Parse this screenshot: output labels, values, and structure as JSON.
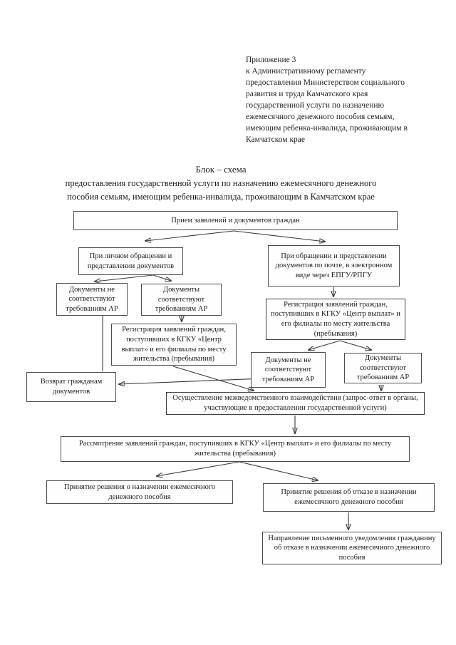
{
  "annex": {
    "lines": [
      "Приложение 3",
      "к Административному регламенту",
      "предоставления Министерством социального",
      "развития и труда Камчатского края",
      "государственной услуги по назначению",
      "ежемесячного денежного пособия семьям,",
      "имеющим ребенка-инвалида, проживающим в",
      "Камчатском крае"
    ]
  },
  "title": {
    "heading": "Блок – схема",
    "subtitle_lines": [
      "предоставления государственной услуги по назначению ежемесячного денежного",
      "пособия семьям, имеющим ребенка-инвалида, проживающим в Камчатском крае"
    ]
  },
  "nodes": {
    "reception": "Прием заявлений и документов граждан",
    "in_person": "При личном обращении и представлении документов",
    "remote": "При обращении и представлении документов по почте, в электронном виде через ЕПГУ/РПГУ",
    "docs_fail_left": "Документы не соответствуют требованиям АР",
    "docs_ok_left": "Документы соответствуют требованиям АР",
    "registration_left": "Регистрация заявлений граждан, поступивших в КГКУ «Центр выплат» и его филиалы по месту жительства (пребывания)",
    "registration_right": "Регистрация заявлений граждан, поступивших в КГКУ «Центр выплат» и его филиалы по месту жительства (пребывания)",
    "docs_fail_right": "Документы не соответствуют требованиям АР",
    "docs_ok_right": "Документы соответствуют требованиям АР",
    "return_docs": "Возврат гражданам документов",
    "interagency": "Осуществление межведомственного взаимодействия (запрос-ответ в органы, участвующие в предоставлении государственной услуги)",
    "review": "Рассмотрение заявлений граждан, поступивших в КГКУ «Центр выплат» и его филиалы по месту жительства (пребывания)",
    "decision_grant": "Принятие решения о назначении ежемесячного денежного пособия",
    "decision_refuse": "Принятие решения об отказе в назначении ежемесячного денежного пособия",
    "refusal_notice": "Направление письменного уведомления гражданину об отказе в назначении ежемесячного денежного пособия"
  },
  "colors": {
    "ink": "#1f1f1f",
    "line": "#3a3a3a",
    "box_border": "#4f4f4f"
  }
}
